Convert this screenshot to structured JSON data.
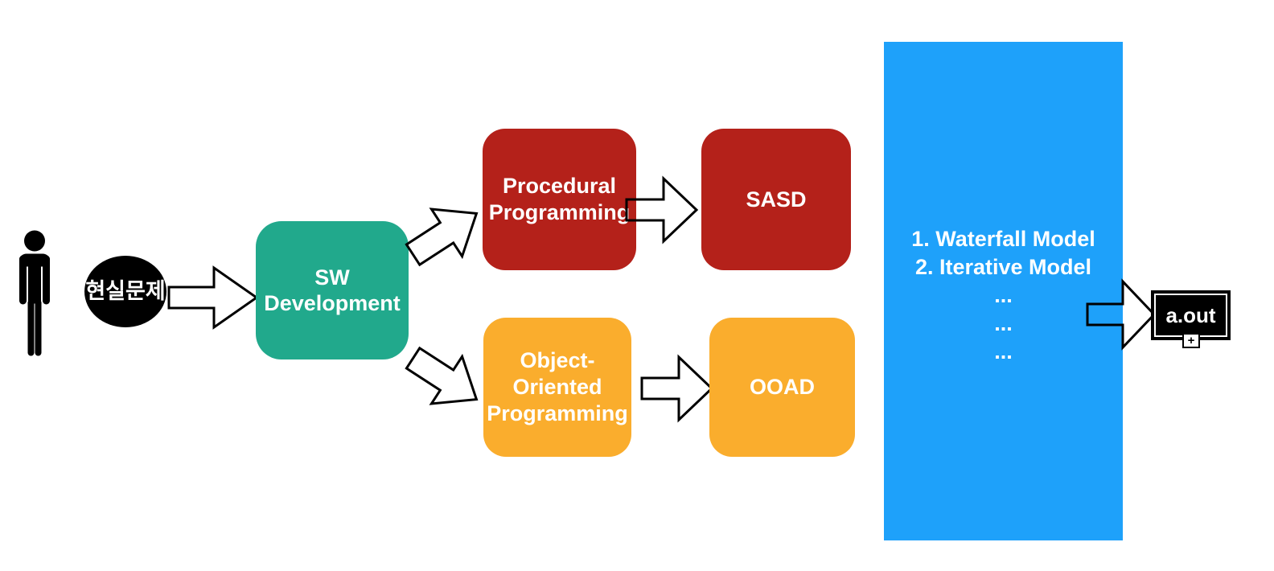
{
  "person": {
    "description": "person-pictogram",
    "color": "#000000"
  },
  "problem": {
    "label": "현실문제",
    "bg": "#000000",
    "text_color": "#ffffff"
  },
  "sw_development": {
    "lines": [
      "SW",
      "Development"
    ],
    "bg": "#21A98C"
  },
  "procedural": {
    "lines": [
      "Procedural",
      "Programming"
    ],
    "bg": "#B4211A"
  },
  "sasd": {
    "label": "SASD",
    "bg": "#B4211A"
  },
  "oop": {
    "lines": [
      "Object-",
      "Oriented",
      "Programming"
    ],
    "bg": "#FAAD2D"
  },
  "ooad": {
    "label": "OOAD",
    "bg": "#FAAD2D"
  },
  "models": {
    "lines": [
      "1. Waterfall Model",
      "2. Iterative Model",
      "...",
      "...",
      "..."
    ],
    "bg": "#1EA1FA"
  },
  "output": {
    "label": "a.out",
    "dots": "..",
    "plus": "+",
    "bg": "#000000"
  }
}
